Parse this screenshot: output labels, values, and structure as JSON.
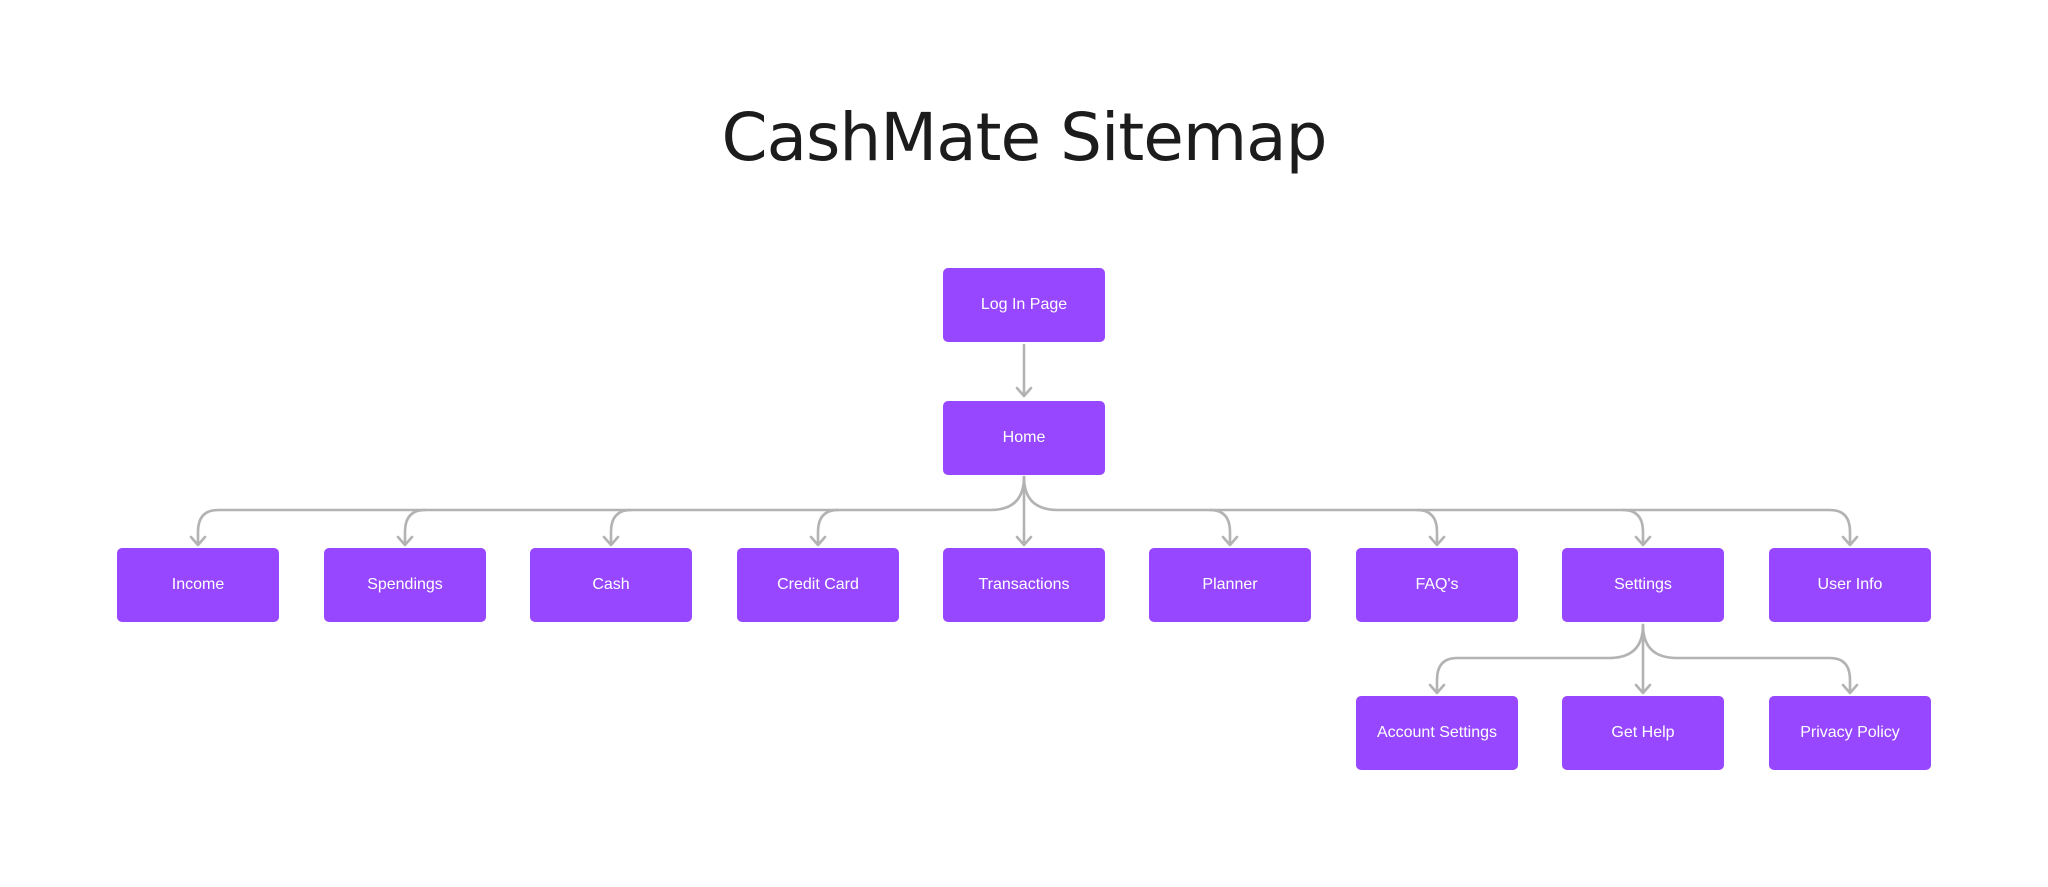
{
  "title": "CashMate Sitemap",
  "colors": {
    "node_fill": "#9747ff",
    "node_text": "#ffffff",
    "connector": "#b3b3b3",
    "title": "#1c1c1c"
  },
  "nodes": {
    "login": "Log In Page",
    "home": "Home",
    "income": "Income",
    "spendings": "Spendings",
    "cash": "Cash",
    "credit_card": "Credit Card",
    "transactions": "Transactions",
    "planner": "Planner",
    "faqs": "FAQ's",
    "settings": "Settings",
    "user_info": "User Info",
    "account_settings": "Account Settings",
    "get_help": "Get Help",
    "privacy_policy": "Privacy Policy"
  },
  "edges": [
    [
      "login",
      "home"
    ],
    [
      "home",
      "income"
    ],
    [
      "home",
      "spendings"
    ],
    [
      "home",
      "cash"
    ],
    [
      "home",
      "credit_card"
    ],
    [
      "home",
      "transactions"
    ],
    [
      "home",
      "planner"
    ],
    [
      "home",
      "faqs"
    ],
    [
      "home",
      "settings"
    ],
    [
      "home",
      "user_info"
    ],
    [
      "settings",
      "account_settings"
    ],
    [
      "settings",
      "get_help"
    ],
    [
      "settings",
      "privacy_policy"
    ]
  ]
}
